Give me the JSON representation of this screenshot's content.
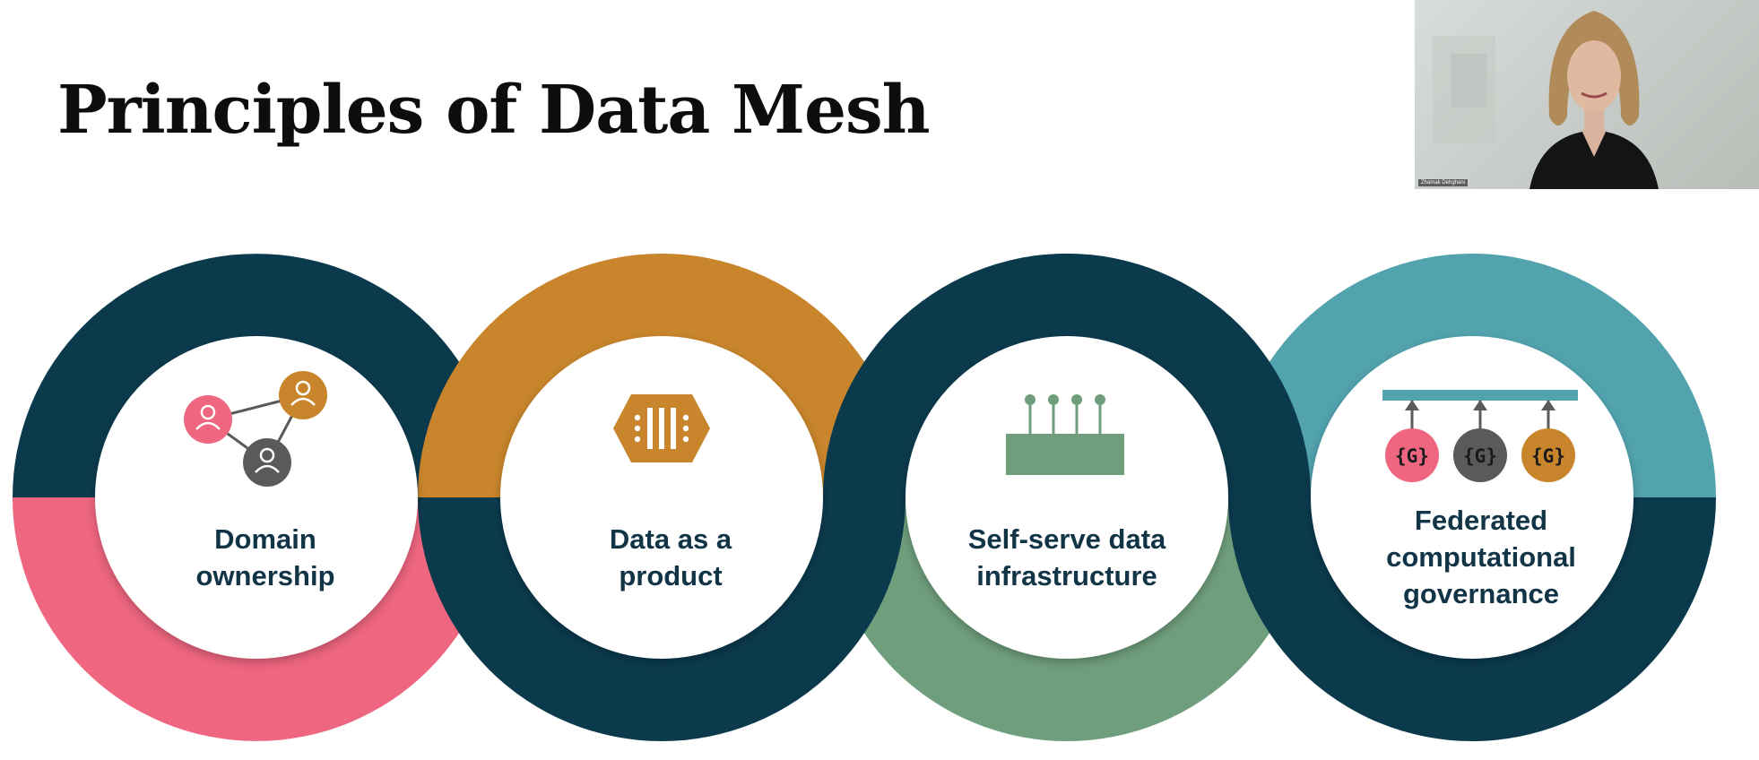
{
  "slide": {
    "title": "Principles of Data Mesh",
    "principles": [
      {
        "label_line1": "Domain",
        "label_line2": "ownership",
        "icon": "people-network-icon",
        "top_color": "#0b3a4d",
        "bottom_color": "#ee6680"
      },
      {
        "label_line1": "Data as a",
        "label_line2": "product",
        "icon": "data-product-hexagon-icon",
        "top_color": "#c8852b",
        "bottom_color": "#0b3a4d"
      },
      {
        "label_line1": "Self-serve data",
        "label_line2": "infrastructure",
        "icon": "platform-icon",
        "top_color": "#0b3a4d",
        "bottom_color": "#6f9e7c"
      },
      {
        "label_line1": "Federated",
        "label_line2": "computational",
        "label_line3": "governance",
        "icon": "governance-icon",
        "top_color": "#52a3ae",
        "bottom_color": "#0b3a4d"
      }
    ],
    "governance_badge_text": "{G}"
  },
  "video": {
    "participant_name": "Zhamak Dehghani"
  },
  "colors": {
    "navy": "#0b3a4d",
    "pink": "#ee6680",
    "orange": "#c8852b",
    "green": "#6f9e7c",
    "teal": "#52a3ae",
    "gray": "#5a5a5a",
    "label": "#113447"
  }
}
